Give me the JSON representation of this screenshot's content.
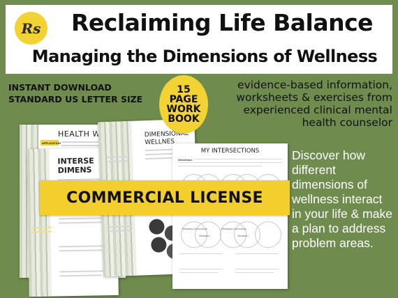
{
  "header": {
    "logo_text": "Rs",
    "title": "Reclaiming Life Balance",
    "subtitle": "Managing the Dimensions of Wellness"
  },
  "info": {
    "line1": "INSTANT DOWNLOAD",
    "line2": "STANDARD US LETTER SIZE"
  },
  "badge": {
    "line1": "15",
    "line2": "PAGE",
    "line3": "WORK",
    "line4": "BOOK"
  },
  "description": "evidence-based information, worksheets & exercises from experienced clinical mental health counselor",
  "discover": "Discover how different dimensions of wellness interact in your life & make a plan to address problem areas.",
  "banner": "COMMERCIAL LICENSE",
  "pages": {
    "health": "HEALTH",
    "wellness_partial": "WELLN",
    "intersect_partial": "INTERSE",
    "dimens_partial": "DIMENS",
    "dimensional": "DIMENSIONAL",
    "wellness_partial2": "WELLNES",
    "my_intersections": "MY INTERSECTIONS",
    "directions": "Directions:",
    "wellness_dimension": "Wellness Dimension",
    "situation": "Situation",
    "application": "APPLICATION"
  },
  "colors": {
    "background": "#6f8b4d",
    "accent_yellow": "#f3d233",
    "banner_yellow": "#f3cf2e"
  }
}
